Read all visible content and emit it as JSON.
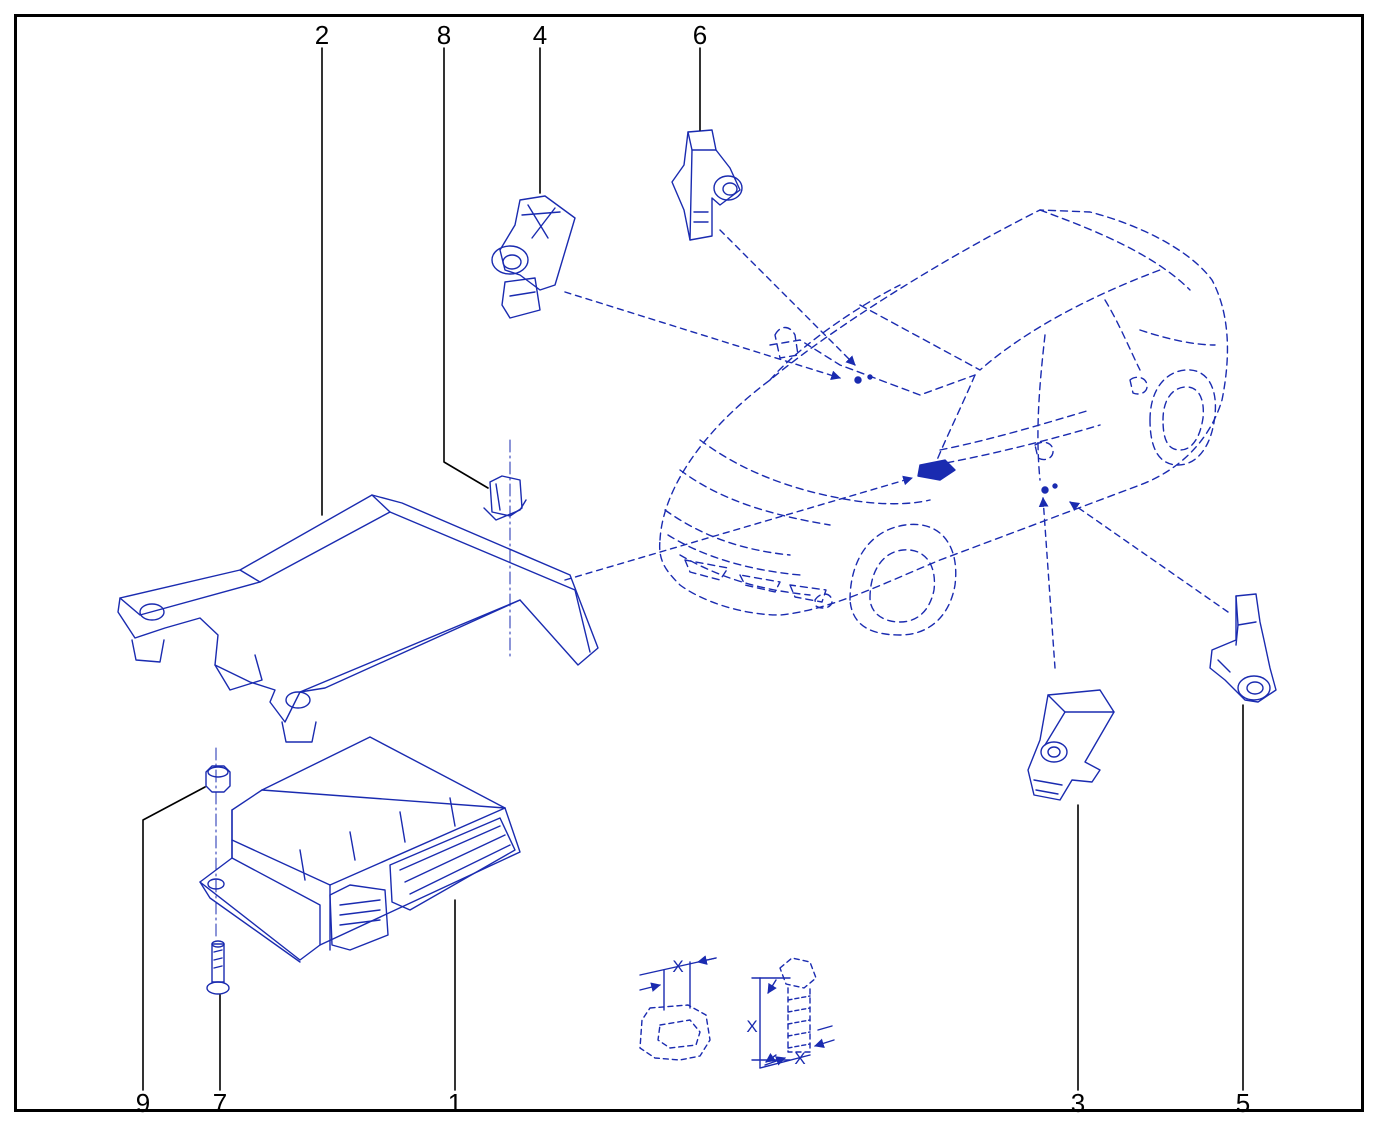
{
  "callouts": {
    "c1": "1",
    "c2": "2",
    "c3": "3",
    "c4": "4",
    "c5": "5",
    "c6": "6",
    "c7": "7",
    "c8": "8",
    "c9": "9"
  },
  "dimensions": {
    "nut_width": "X",
    "bolt_length": "X",
    "bolt_diameter": "X"
  },
  "colors": {
    "line_art": "#1a2bb0",
    "callout_text": "#000000",
    "frame": "#000000",
    "background": "#ffffff"
  }
}
